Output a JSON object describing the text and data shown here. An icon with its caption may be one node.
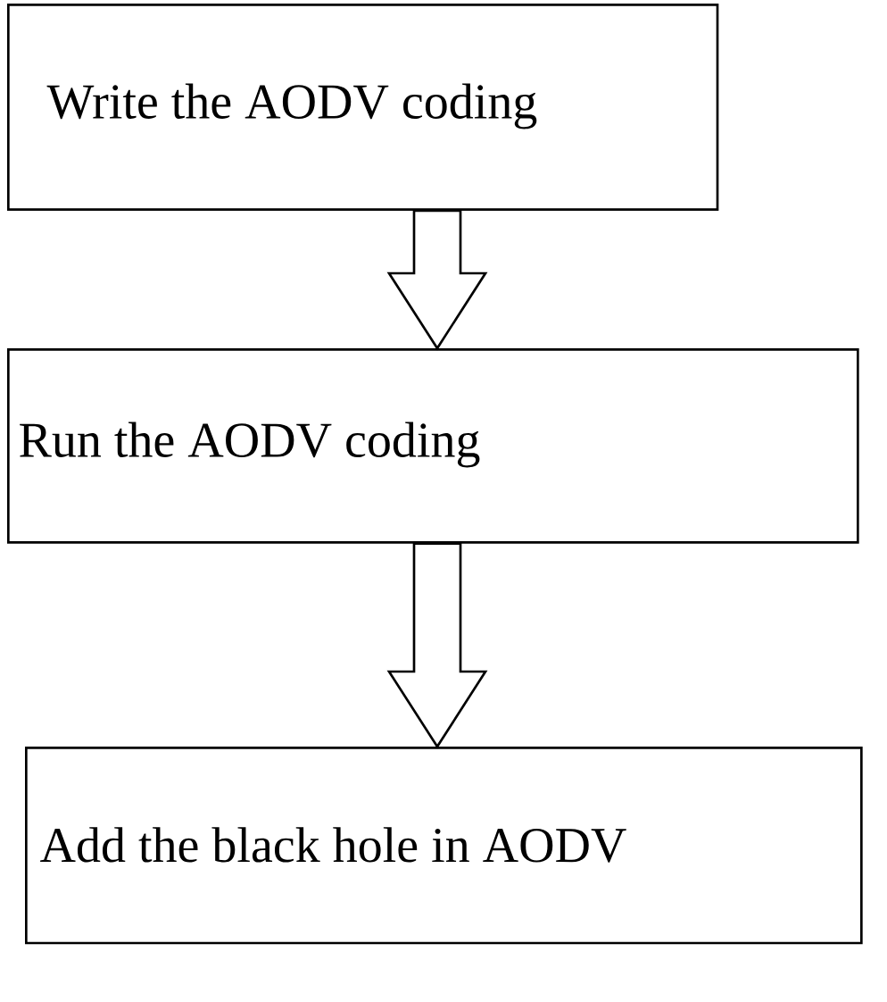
{
  "diagram": {
    "nodes": [
      {
        "text": [
          "Write the AODV coding"
        ]
      },
      {
        "text": [
          "Run the AODV coding"
        ]
      },
      {
        "text": [
          "Add the black hole in AODV"
        ]
      }
    ],
    "edges": [
      {
        "from": 0,
        "to": 1,
        "arrow": "to"
      },
      {
        "from": 1,
        "to": 2,
        "arrow": "to"
      }
    ]
  }
}
